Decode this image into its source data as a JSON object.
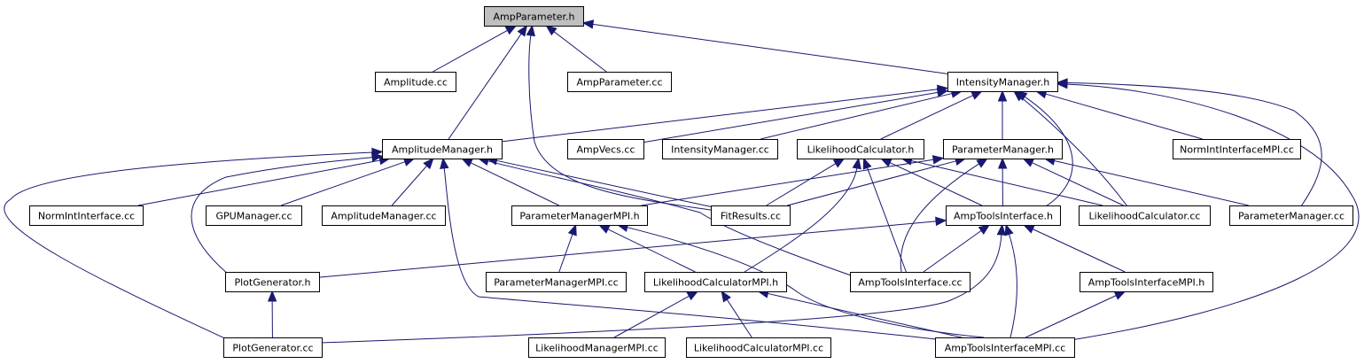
{
  "colors": {
    "edge": "#191970",
    "node_border": "#000000",
    "root_fill": "#bfbfbf",
    "node_fill": "#ffffff",
    "text": "#000000"
  },
  "nodes": [
    {
      "id": "ampparameter_h",
      "label": "AmpParameter.h",
      "root": true
    },
    {
      "id": "amplitude_cc",
      "label": "Amplitude.cc"
    },
    {
      "id": "ampparameter_cc",
      "label": "AmpParameter.cc"
    },
    {
      "id": "intensitymanager_h",
      "label": "IntensityManager.h"
    },
    {
      "id": "amplitudemanager_h",
      "label": "AmplitudeManager.h"
    },
    {
      "id": "ampvecs_cc",
      "label": "AmpVecs.cc"
    },
    {
      "id": "intensitymanager_cc",
      "label": "IntensityManager.cc"
    },
    {
      "id": "likelihoodcalculator_h",
      "label": "LikelihoodCalculator.h"
    },
    {
      "id": "parametermanager_h",
      "label": "ParameterManager.h"
    },
    {
      "id": "normintinterfacempi_cc",
      "label": "NormIntInterfaceMPI.cc"
    },
    {
      "id": "normintinterface_cc",
      "label": "NormIntInterface.cc"
    },
    {
      "id": "gpumanager_cc",
      "label": "GPUManager.cc"
    },
    {
      "id": "amplitudemanager_cc",
      "label": "AmplitudeManager.cc"
    },
    {
      "id": "parametermanagermpi_h",
      "label": "ParameterManagerMPI.h"
    },
    {
      "id": "fitresults_cc",
      "label": "FitResults.cc"
    },
    {
      "id": "amptoolsinterface_h",
      "label": "AmpToolsInterface.h"
    },
    {
      "id": "likelihoodcalculator_cc",
      "label": "LikelihoodCalculator.cc"
    },
    {
      "id": "parametermanager_cc",
      "label": "ParameterManager.cc"
    },
    {
      "id": "plotgenerator_h",
      "label": "PlotGenerator.h"
    },
    {
      "id": "parametermanagermpi_cc",
      "label": "ParameterManagerMPI.cc"
    },
    {
      "id": "likelihoodcalculatormpi_h",
      "label": "LikelihoodCalculatorMPI.h"
    },
    {
      "id": "amptoolsinterface_cc",
      "label": "AmpToolsInterface.cc"
    },
    {
      "id": "amptoolsinterfacempi_h",
      "label": "AmpToolsInterfaceMPI.h"
    },
    {
      "id": "plotgenerator_cc",
      "label": "PlotGenerator.cc"
    },
    {
      "id": "likelihoodmanagermpi_cc",
      "label": "LikelihoodManagerMPI.cc"
    },
    {
      "id": "likelihoodcalculatormpi_cc",
      "label": "LikelihoodCalculatorMPI.cc"
    },
    {
      "id": "amptoolsinterfacempi_cc",
      "label": "AmpToolsInterfaceMPI.cc"
    }
  ],
  "edges": [
    {
      "from": "amplitude_cc",
      "to": "ampparameter_h"
    },
    {
      "from": "ampparameter_cc",
      "to": "ampparameter_h"
    },
    {
      "from": "amplitudemanager_h",
      "to": "ampparameter_h"
    },
    {
      "from": "fitresults_cc",
      "to": "ampparameter_h"
    },
    {
      "from": "intensitymanager_h",
      "to": "ampparameter_h"
    },
    {
      "from": "amplitudemanager_h",
      "to": "intensitymanager_h"
    },
    {
      "from": "ampvecs_cc",
      "to": "intensitymanager_h"
    },
    {
      "from": "intensitymanager_cc",
      "to": "intensitymanager_h"
    },
    {
      "from": "likelihoodcalculator_h",
      "to": "intensitymanager_h"
    },
    {
      "from": "parametermanager_h",
      "to": "intensitymanager_h"
    },
    {
      "from": "amptoolsinterface_h",
      "to": "intensitymanager_h"
    },
    {
      "from": "likelihoodcalculator_cc",
      "to": "intensitymanager_h"
    },
    {
      "from": "normintinterfacempi_cc",
      "to": "intensitymanager_h"
    },
    {
      "from": "parametermanager_cc",
      "to": "intensitymanager_h"
    },
    {
      "from": "amptoolsinterfacempi_cc",
      "to": "intensitymanager_h"
    },
    {
      "from": "normintinterface_cc",
      "to": "amplitudemanager_h"
    },
    {
      "from": "gpumanager_cc",
      "to": "amplitudemanager_h"
    },
    {
      "from": "amplitudemanager_cc",
      "to": "amplitudemanager_h"
    },
    {
      "from": "parametermanagermpi_h",
      "to": "amplitudemanager_h"
    },
    {
      "from": "fitresults_cc",
      "to": "amplitudemanager_h"
    },
    {
      "from": "amptoolsinterface_cc",
      "to": "amplitudemanager_h"
    },
    {
      "from": "plotgenerator_h",
      "to": "amplitudemanager_h"
    },
    {
      "from": "plotgenerator_cc",
      "to": "amplitudemanager_h"
    },
    {
      "from": "amptoolsinterfacempi_cc",
      "to": "amplitudemanager_h"
    },
    {
      "from": "fitresults_cc",
      "to": "likelihoodcalculator_h"
    },
    {
      "from": "likelihoodcalculatormpi_h",
      "to": "likelihoodcalculator_h"
    },
    {
      "from": "amptoolsinterface_cc",
      "to": "likelihoodcalculator_h"
    },
    {
      "from": "amptoolsinterface_h",
      "to": "likelihoodcalculator_h"
    },
    {
      "from": "likelihoodcalculator_cc",
      "to": "likelihoodcalculator_h"
    },
    {
      "from": "parametermanagermpi_h",
      "to": "parametermanager_h"
    },
    {
      "from": "fitresults_cc",
      "to": "parametermanager_h"
    },
    {
      "from": "amptoolsinterface_cc",
      "to": "parametermanager_h"
    },
    {
      "from": "amptoolsinterface_h",
      "to": "parametermanager_h"
    },
    {
      "from": "likelihoodcalculator_cc",
      "to": "parametermanager_h"
    },
    {
      "from": "parametermanager_cc",
      "to": "parametermanager_h"
    },
    {
      "from": "parametermanagermpi_cc",
      "to": "parametermanagermpi_h"
    },
    {
      "from": "likelihoodcalculatormpi_h",
      "to": "parametermanagermpi_h"
    },
    {
      "from": "amptoolsinterfacempi_cc",
      "to": "parametermanagermpi_h"
    },
    {
      "from": "plotgenerator_h",
      "to": "amptoolsinterface_h"
    },
    {
      "from": "amptoolsinterface_cc",
      "to": "amptoolsinterface_h"
    },
    {
      "from": "amptoolsinterfacempi_h",
      "to": "amptoolsinterface_h"
    },
    {
      "from": "plotgenerator_cc",
      "to": "amptoolsinterface_h"
    },
    {
      "from": "amptoolsinterfacempi_cc",
      "to": "amptoolsinterface_h"
    },
    {
      "from": "plotgenerator_cc",
      "to": "plotgenerator_h"
    },
    {
      "from": "likelihoodmanagermpi_cc",
      "to": "likelihoodcalculatormpi_h"
    },
    {
      "from": "likelihoodcalculatormpi_cc",
      "to": "likelihoodcalculatormpi_h"
    },
    {
      "from": "amptoolsinterfacempi_cc",
      "to": "likelihoodcalculatormpi_h"
    },
    {
      "from": "amptoolsinterfacempi_cc",
      "to": "amptoolsinterfacempi_h"
    }
  ]
}
